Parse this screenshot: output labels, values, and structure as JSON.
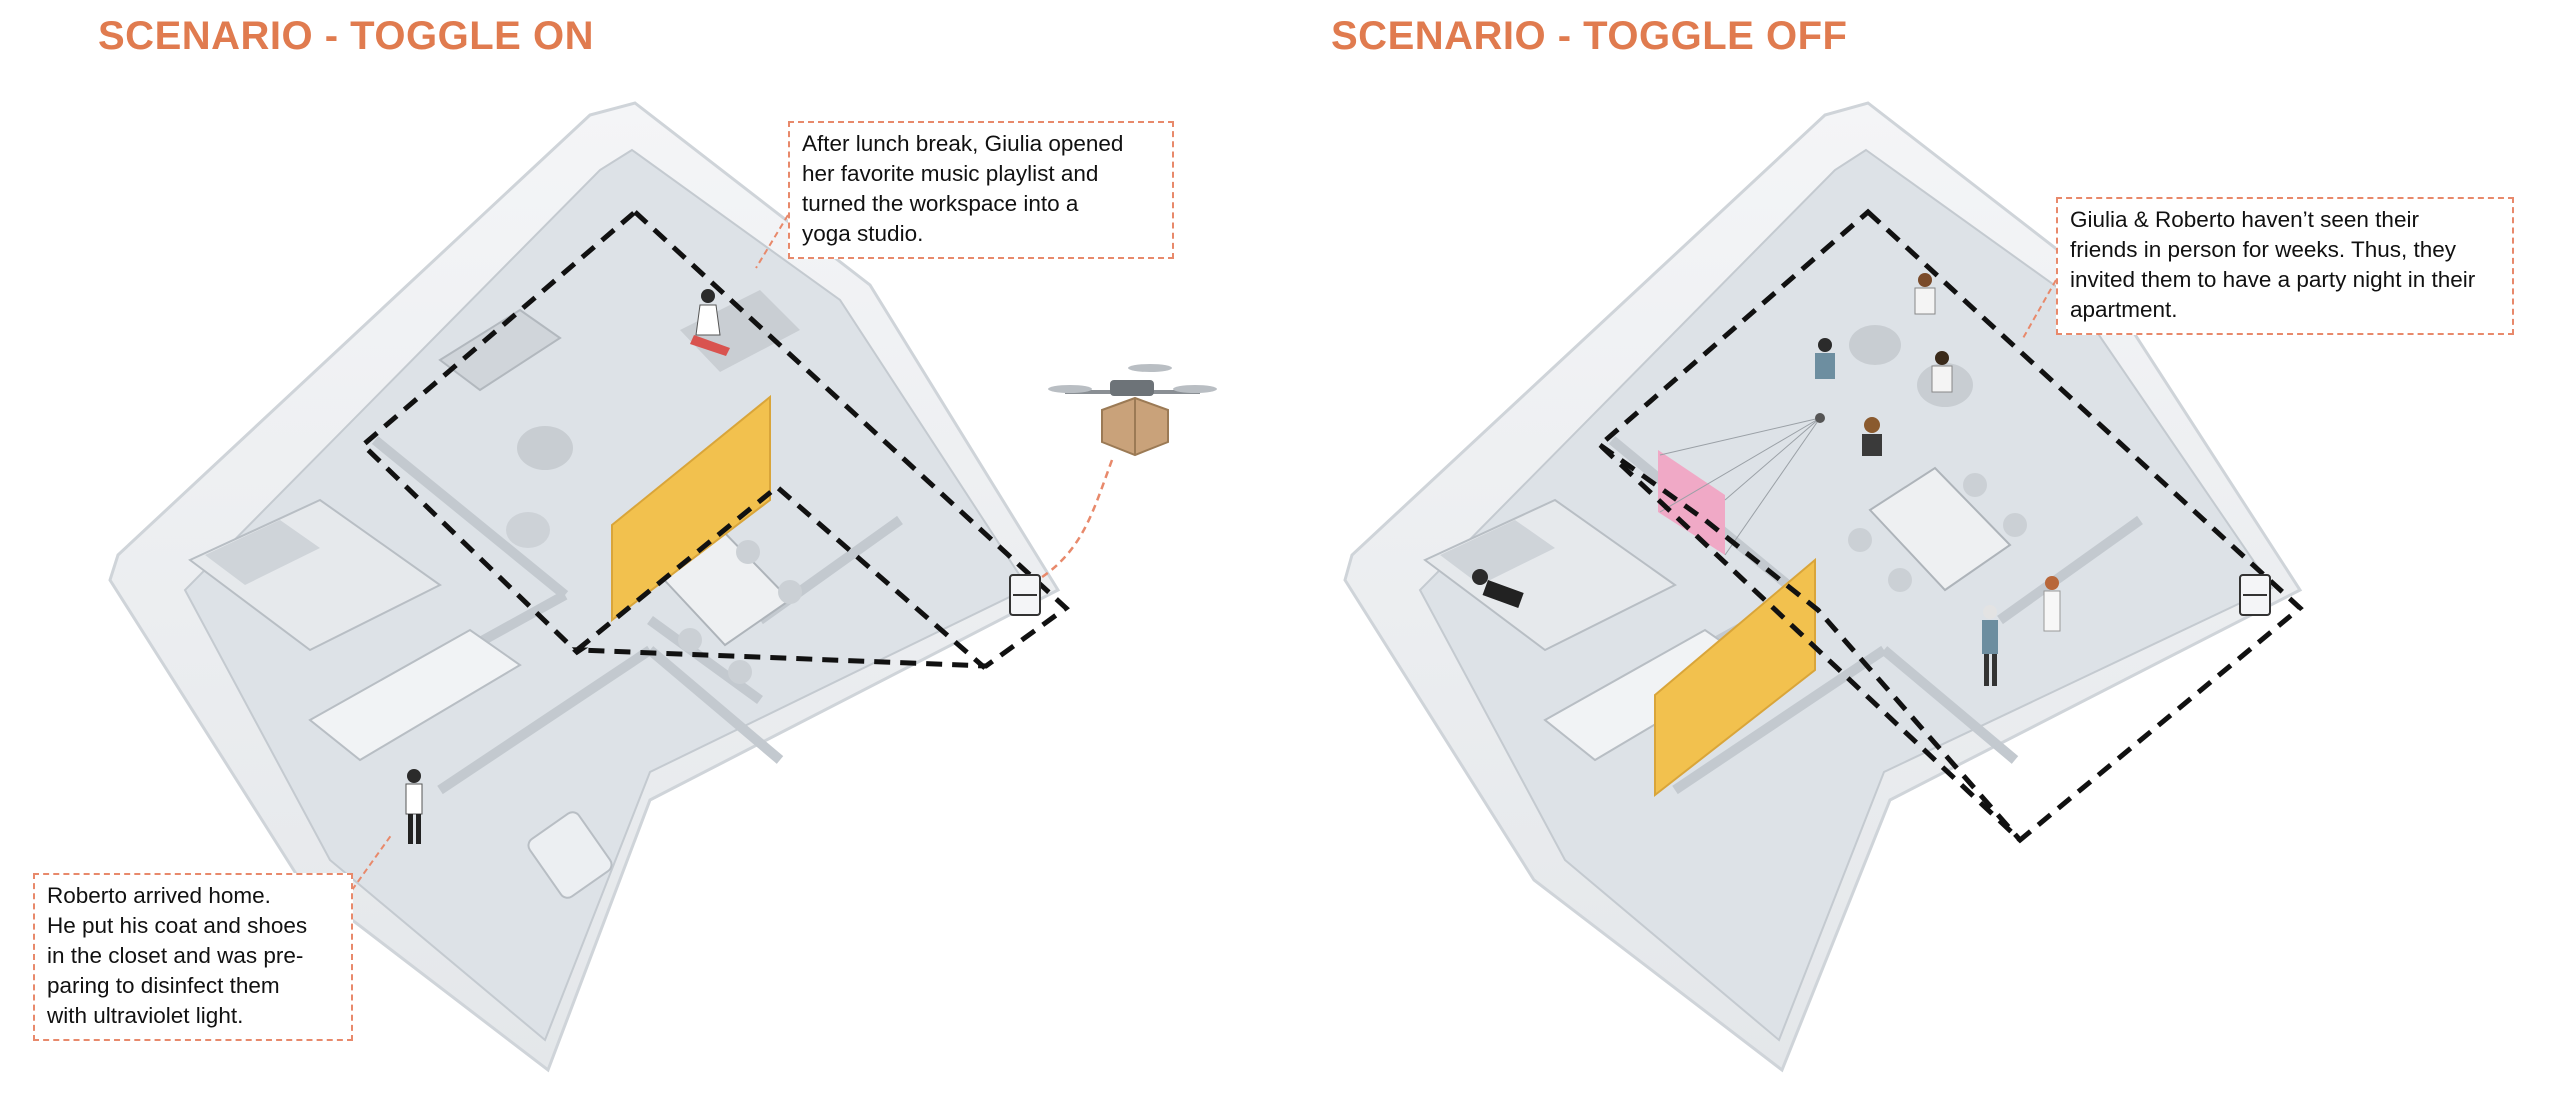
{
  "scenarios": {
    "toggle_on": {
      "title": "SCENARIO - TOGGLE ON",
      "yoga_note": [
        "After lunch break, Giulia opened",
        "her favorite music playlist and",
        "turned the workspace into a",
        "yoga studio."
      ],
      "roberto_note": [
        "Roberto arrived home.",
        "He put his coat and shoes",
        "in the closet and was pre-",
        "paring to disinfect them",
        "with ultraviolet light."
      ]
    },
    "toggle_off": {
      "title": "SCENARIO - TOGGLE OFF",
      "party_note": [
        "Giulia & Roberto haven’t seen their",
        "friends in person for weeks. Thus, they",
        "invited them to have a party night in their",
        "apartment."
      ]
    }
  },
  "colors": {
    "accent_orange": "#e07b4f",
    "callout_border": "#e8896b",
    "partition_yellow": "#f2c14e",
    "partition_pink": "#f0a9c6",
    "zone_outline": "#111111",
    "floor": "#dde2e7",
    "wall": "#eef0f2"
  }
}
